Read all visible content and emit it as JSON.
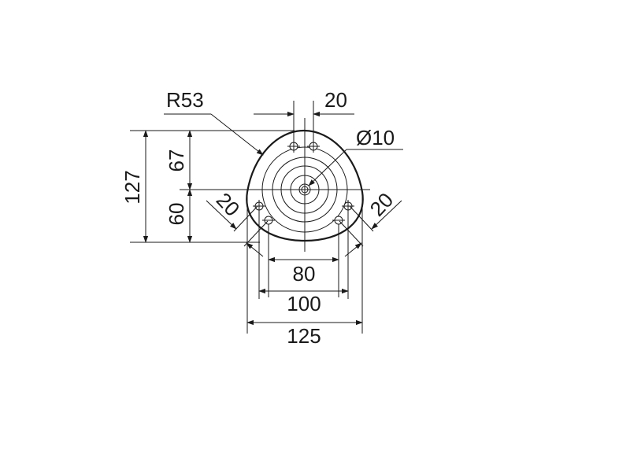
{
  "drawing": {
    "dimensions": {
      "radius": "R53",
      "bolt_spacing_top": "20",
      "center_hole": "Ø10",
      "overall_height": "127",
      "upper_height": "67",
      "lower_height": "60",
      "hole_offset_left": "20",
      "hole_offset_right": "20",
      "inner_hole_span": "80",
      "outer_hole_span": "100",
      "overall_width": "125"
    }
  }
}
